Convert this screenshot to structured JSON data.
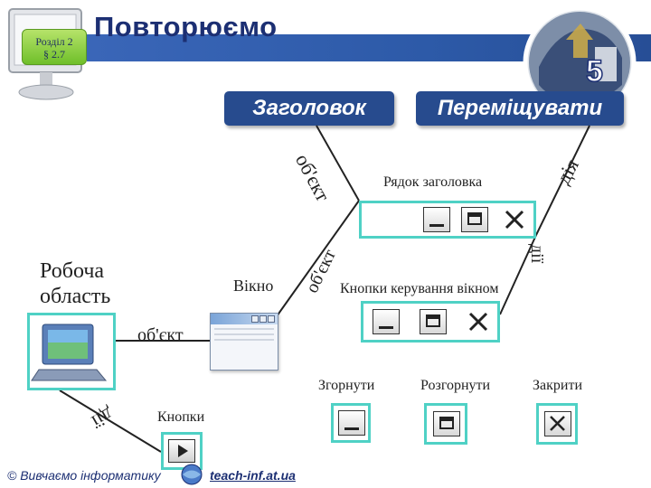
{
  "header": {
    "title": "Повторюємо",
    "section_line1": "Розділ 2",
    "section_line2": "§ 2.7",
    "grade": "5"
  },
  "pills": {
    "heading": "Заголовок",
    "move": "Переміщувати"
  },
  "labels": {
    "object_top": "об'єкт",
    "action_top": "дія",
    "title_row": "Рядок заголовка",
    "object_mid": "об'єкт",
    "action_mid": "дії",
    "workspace_line1": "Робоча",
    "workspace_line2": "область",
    "window": "Вікно",
    "control_buttons": "Кнопки керування вікном",
    "object_left": "об'єкт",
    "minimize": "Згорнути",
    "maximize": "Розгорнути",
    "close": "Закрити",
    "buttons": "Кнопки",
    "action_bottom": "дії"
  },
  "footer": {
    "copyright": "© Вивчаємо інформатику",
    "link": "teach-inf.at.ua"
  },
  "colors": {
    "header_blue": "#2d5aa8",
    "title_navy": "#1c2f73",
    "pill": "#274b8e",
    "accent_cyan": "#4fd1c5",
    "badge_green": "#8cd040"
  }
}
